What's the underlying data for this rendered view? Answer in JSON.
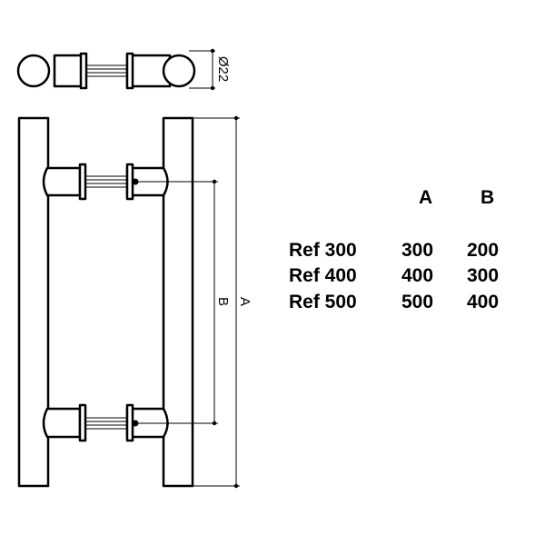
{
  "drawing": {
    "diameter_label": "Ø22",
    "dim_a_label": "A",
    "dim_b_label": "B"
  },
  "table": {
    "headers": [
      "A",
      "B"
    ],
    "rows": [
      {
        "ref": "Ref 300",
        "a": "300",
        "b": "200"
      },
      {
        "ref": "Ref 400",
        "a": "400",
        "b": "300"
      },
      {
        "ref": "Ref 500",
        "a": "500",
        "b": "400"
      }
    ]
  }
}
